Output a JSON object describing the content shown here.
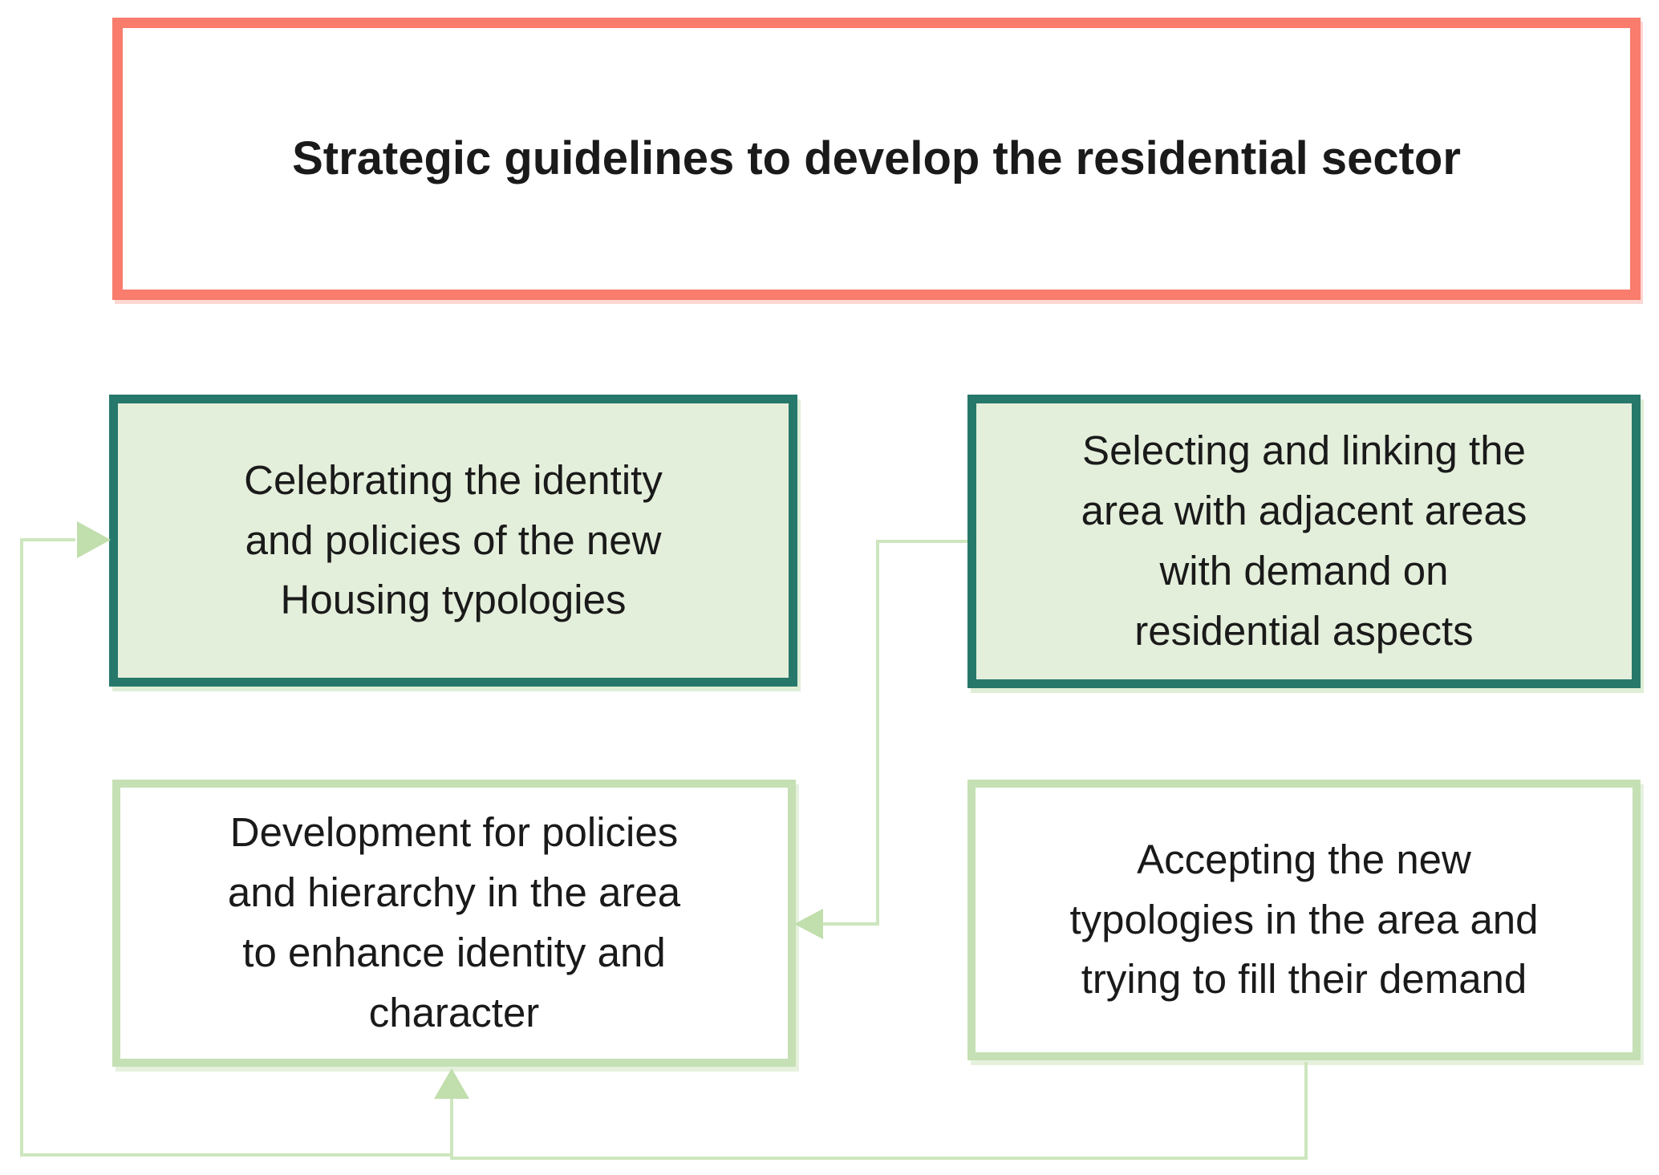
{
  "title": {
    "text": "Strategic guidelines to develop the residential sector"
  },
  "boxes": {
    "celebrating": {
      "text": "Celebrating the identity\nand policies of the new\nHousing typologies"
    },
    "selecting": {
      "text": "Selecting and linking the\narea with adjacent areas\nwith demand on\nresidential aspects"
    },
    "development": {
      "text": "Development for policies\nand hierarchy in the area\nto enhance identity and\ncharacter"
    },
    "accepting": {
      "text": "Accepting the new\ntypologies in the area and\ntrying to fill their demand"
    }
  },
  "connectors": [
    {
      "from": "selecting-box",
      "to": "development-box",
      "shape": "elbow",
      "arrow_end": "left-into-right-edge"
    },
    {
      "from": "accepting-box",
      "to": "development-box",
      "shape": "elbow",
      "arrow_end": "up-into-bottom-edge"
    },
    {
      "from": "accepting-box",
      "to": "celebrating-box",
      "shape": "elbow",
      "arrow_end": "right-into-left-edge"
    }
  ],
  "colors": {
    "title_border": "#F97C6C",
    "teal_border": "#26786B",
    "light_green_fill": "#E4EFDB",
    "pale_green": "#C5E0B4",
    "pale_line": "#CDE6BE",
    "arrow_fill": "#C1DEAD",
    "text": "#1A1A1A",
    "background": "#FFFFFF"
  }
}
